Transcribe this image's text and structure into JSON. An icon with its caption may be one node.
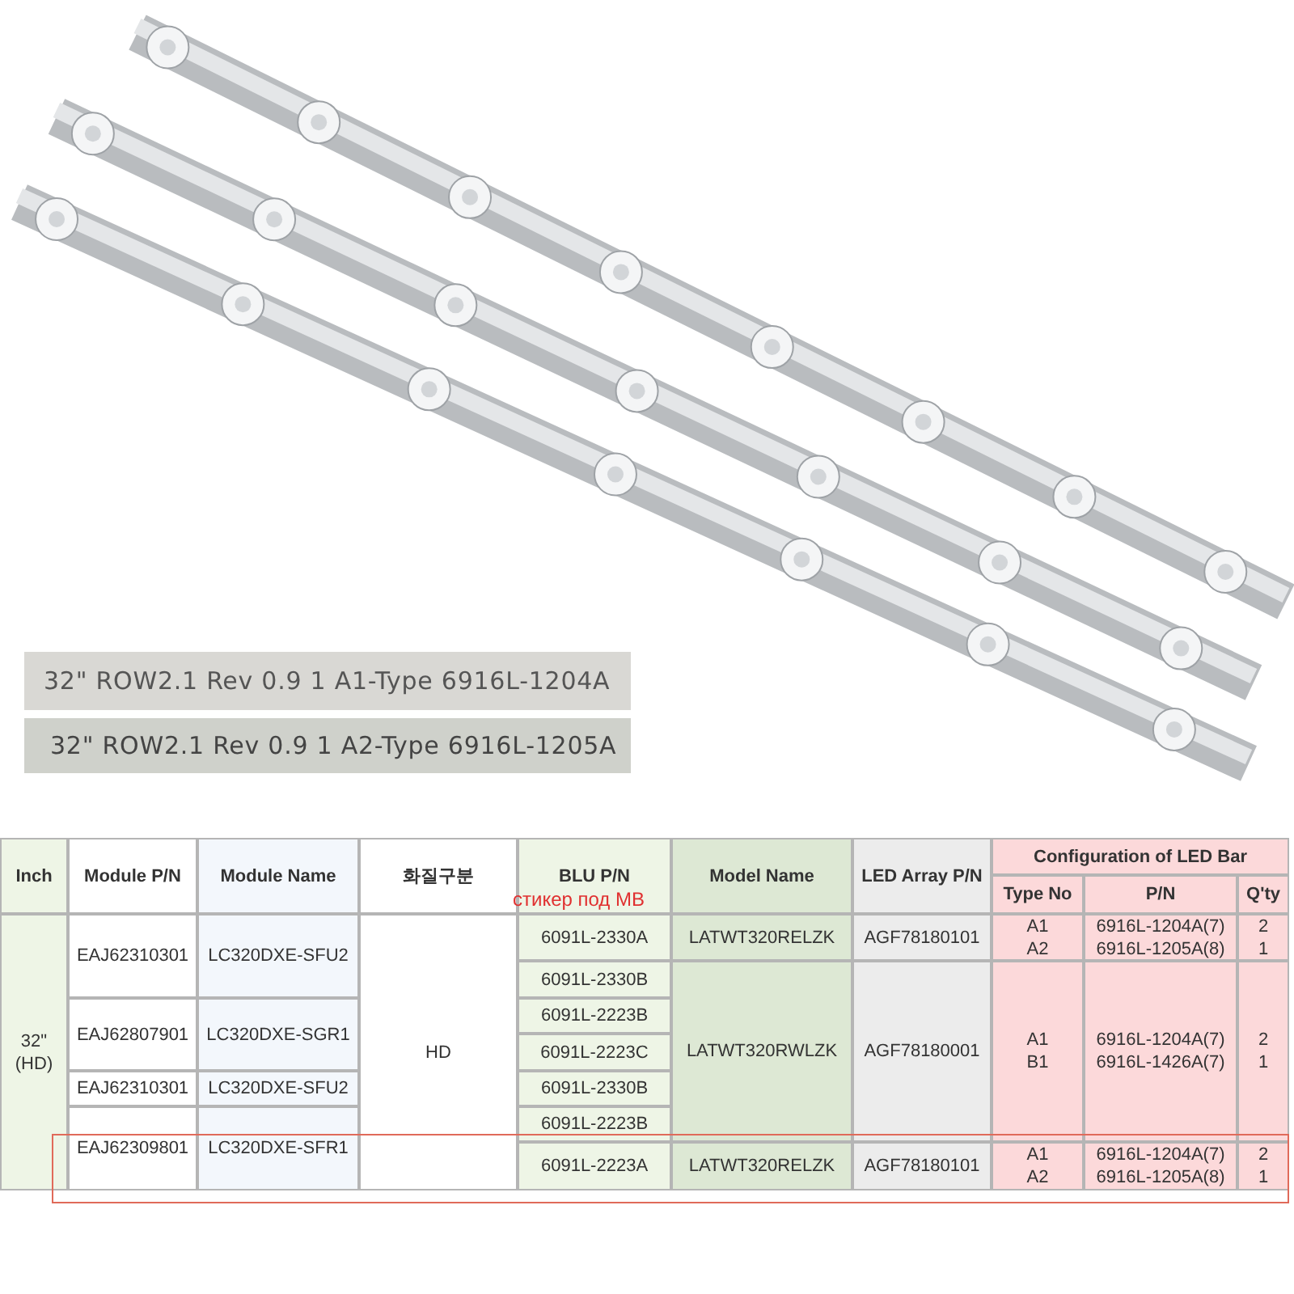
{
  "diagram": {
    "labels": [
      "32\" ROW2.1 Rev 0.9 1 A1-Type 6916L-1204A",
      "32\" ROW2.1 Rev 0.9 1 A2-Type 6916L-1205A",
      "Inch",
      "Module P/N",
      "Module Name",
      "화질구분",
      "BLU P/N",
      "стикер под MB",
      "Model Name",
      "LED Array P/N",
      "Configuration of LED Bar",
      "Type No",
      "P/N",
      "Q'ty",
      "32\" (HD)",
      "EAJ62310301",
      "LC320DXE-SFU2",
      "HD",
      "6091L-2330A",
      "LATWT320RELZK",
      "AGF78180101",
      "A1",
      "A2",
      "6916L-1204A(7)",
      "6916L-1205A(8)",
      "2",
      "1",
      "6091L-2330B",
      "EAJ62807901",
      "LC320DXE-SGR1",
      "6091L-2223B",
      "LATWT320RWLZK",
      "AGF78180001",
      "A1",
      "B1",
      "6916L-1204A(7)",
      "6916L-1426A(7)",
      "2",
      "1",
      "6091L-2223C",
      "EAJ62310301",
      "LC320DXE-SFU2",
      "6091L-2330B",
      "6091L-2223B",
      "EAJ62309801",
      "LC320DXE-SFR1",
      "6091L-2223A",
      "LATWT320RELZK",
      "AGF78180101",
      "A1",
      "A2",
      "6916L-1204A(7)",
      "6916L-1205A(8)",
      "2",
      "1"
    ]
  }
}
